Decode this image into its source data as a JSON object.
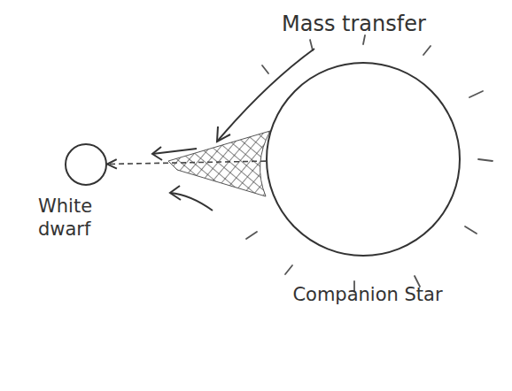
{
  "diagram": {
    "nodes": [
      {
        "text": [
          "White dwarf"
        ]
      },
      {
        "text": [
          "Companion Star"
        ]
      }
    ],
    "edges": [
      {
        "from": 1,
        "to": 0,
        "arrow": "to"
      }
    ],
    "labels": [
      "Mass transfer"
    ]
  }
}
